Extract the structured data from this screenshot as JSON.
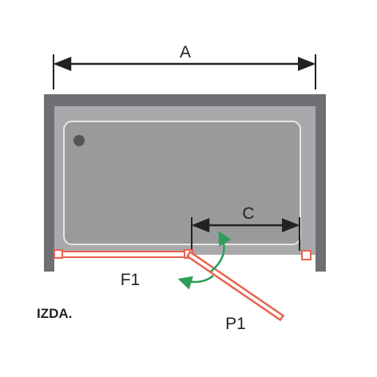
{
  "labels": {
    "width": "A",
    "opening": "C",
    "fixed_panel": "F1",
    "door_panel": "P1",
    "side": "IZDA."
  },
  "colors": {
    "wall": "#6f6f73",
    "tray_outer": "#a9a9ac",
    "tray_inner": "#9a9a9d",
    "tray_border": "#e6e6e6",
    "dimension": "#222222",
    "glass": "#e8634f",
    "swing_arrow": "#2e9e58"
  },
  "icons": {
    "drain": "drain-icon",
    "swing": "swing-arrow-icon"
  }
}
